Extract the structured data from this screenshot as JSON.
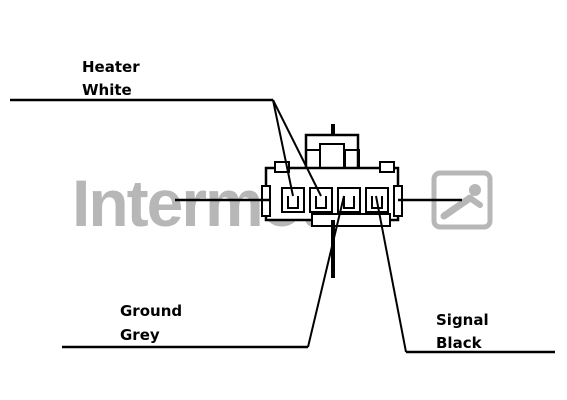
{
  "watermark": {
    "text": "Intermotor",
    "logo_icon": "intermotor-logo-icon",
    "color": "#b7b7b7"
  },
  "labels": {
    "heater_line1": "Heater",
    "heater_line2": "White",
    "ground_line1": "Ground",
    "ground_line2": "Grey",
    "signal_line1": "Signal",
    "signal_line2": "Black"
  },
  "colors": {
    "line": "#000000",
    "background": "#ffffff"
  }
}
